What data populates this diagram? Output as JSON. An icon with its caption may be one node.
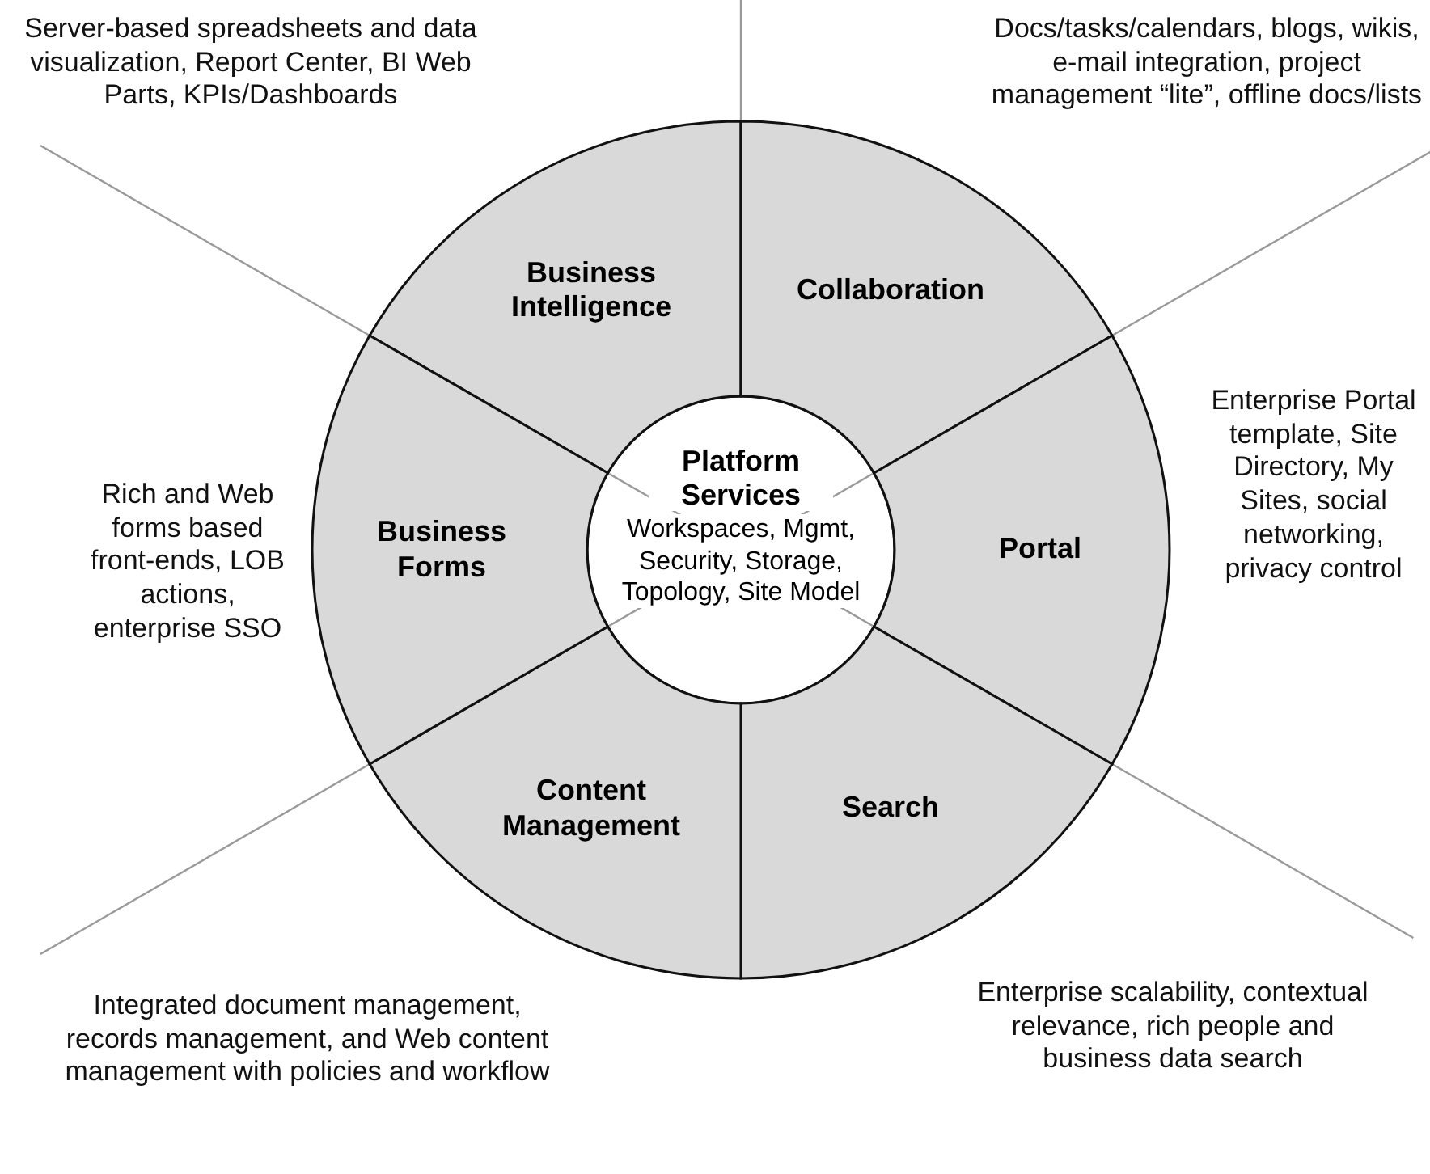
{
  "diagram": {
    "nodes": [
      {
        "text": [
          "Platform Services",
          "Workspaces, Mgmt, Security, Storage, Topology, Site Model"
        ]
      },
      {
        "text": [
          "Business Intelligence"
        ],
        "beside": [
          "Server-based spreadsheets and data visualization, Report Center, BI Web Parts, KPIs/Dashboards"
        ]
      },
      {
        "text": [
          "Collaboration"
        ],
        "beside": [
          "Docs/tasks/calendars, blogs, wikis, e-mail integration, project management “lite”, offline docs/lists"
        ]
      },
      {
        "text": [
          "Portal"
        ],
        "beside": [
          "Enterprise Portal template, Site Directory, My Sites, social networking, privacy control"
        ]
      },
      {
        "text": [
          "Search"
        ],
        "beside": [
          "Enterprise scalability, contextual relevance, rich people and business data search"
        ]
      },
      {
        "text": [
          "Content Management"
        ],
        "beside": [
          "Integrated document management, records management, and Web content management with policies and workflow"
        ]
      },
      {
        "text": [
          "Business Forms"
        ],
        "beside": [
          "Rich and Web forms based front-ends, LOB actions, enterprise SSO"
        ]
      }
    ]
  }
}
